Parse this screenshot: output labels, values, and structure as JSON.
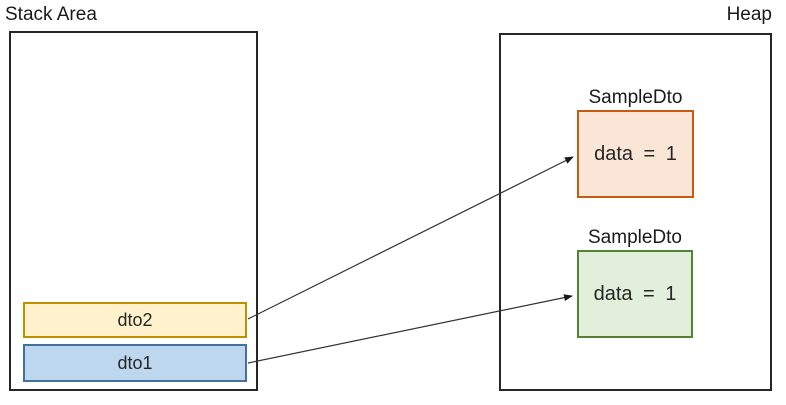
{
  "diagram": {
    "stack": {
      "title": "Stack Area",
      "variables": [
        {
          "label": "dto2",
          "fill": "#FFF2CC",
          "border": "#BF9000"
        },
        {
          "label": "dto1",
          "fill": "#BDD7EE",
          "border": "#41719C"
        }
      ]
    },
    "heap": {
      "title": "Heap",
      "objects": [
        {
          "class_name": "SampleDto",
          "field_text": "data = 1",
          "fill": "#FBE5D6",
          "border": "#C55A11"
        },
        {
          "class_name": "SampleDto",
          "field_text": "data = 1",
          "fill": "#E2EFDA",
          "border": "#548235"
        }
      ]
    },
    "references": [
      {
        "from": "dto2",
        "to": "SampleDto (top)"
      },
      {
        "from": "dto1",
        "to": "SampleDto (bottom)"
      }
    ],
    "arrow_color": "#333333"
  }
}
